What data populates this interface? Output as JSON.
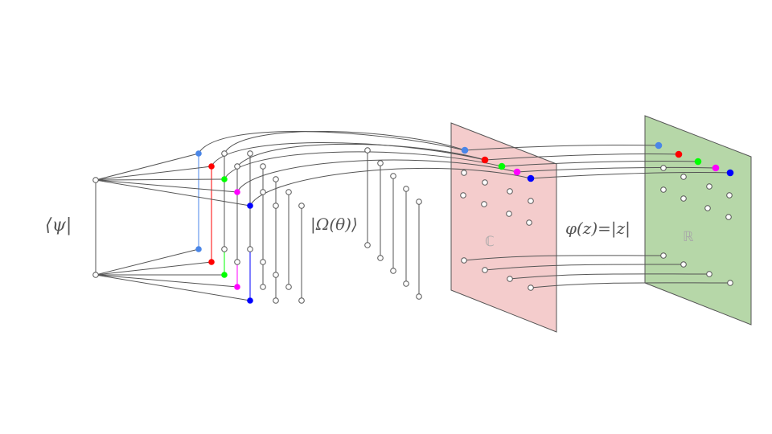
{
  "labels": {
    "bra": "⟨ψ|",
    "operator": "|Ω(θ)⟩",
    "map": "φ(z)=|z|",
    "complex_plane": "ℂ",
    "real_plane": "ℝ"
  },
  "colors": {
    "line": "#555555",
    "node_fill": "#ffffff",
    "node_stroke": "#555555",
    "complex_plane": "#f4cccc",
    "real_plane": "#b6d7a8",
    "highlight": [
      "#4a86e8",
      "#ff0000",
      "#00ff00",
      "#ff00ff",
      "#0000ff"
    ]
  }
}
